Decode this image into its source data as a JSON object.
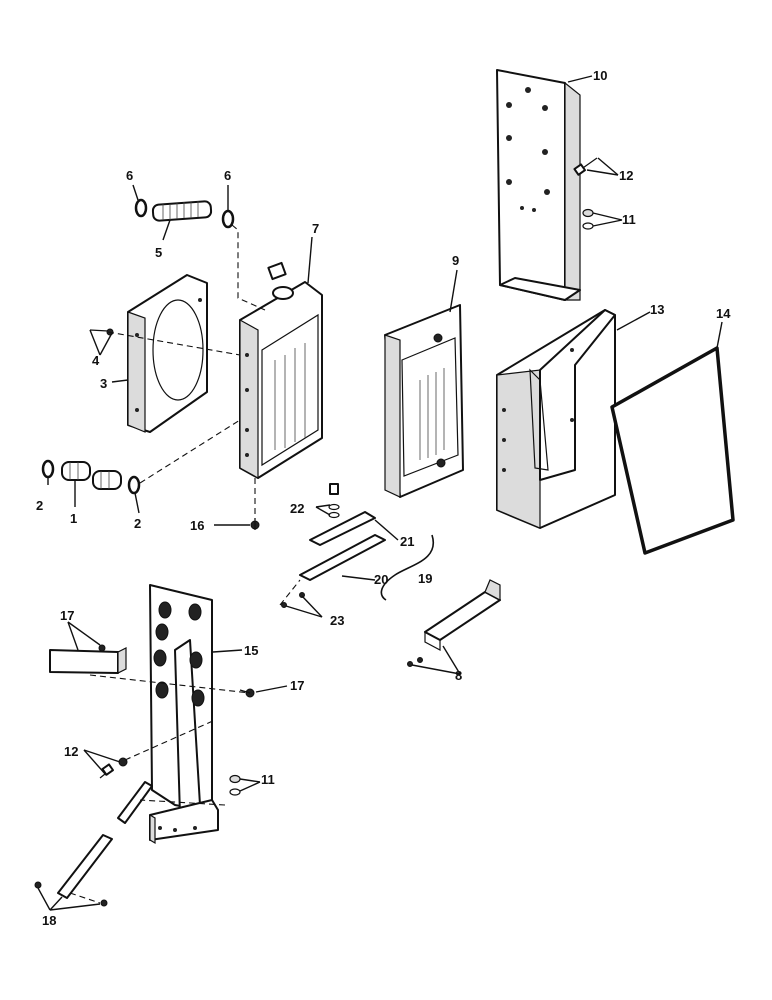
{
  "callouts": {
    "c1": "1",
    "c2a": "2",
    "c2b": "2",
    "c3": "3",
    "c4": "4",
    "c5": "5",
    "c6a": "6",
    "c6b": "6",
    "c7": "7",
    "c8": "8",
    "c9": "9",
    "c10": "10",
    "c11a": "11",
    "c11b": "11",
    "c12a": "12",
    "c12b": "12",
    "c13": "13",
    "c14": "14",
    "c15": "15",
    "c16": "16",
    "c17a": "17",
    "c17b": "17",
    "c18": "18",
    "c19": "19",
    "c20": "20",
    "c21": "21",
    "c22": "22",
    "c23": "23"
  }
}
